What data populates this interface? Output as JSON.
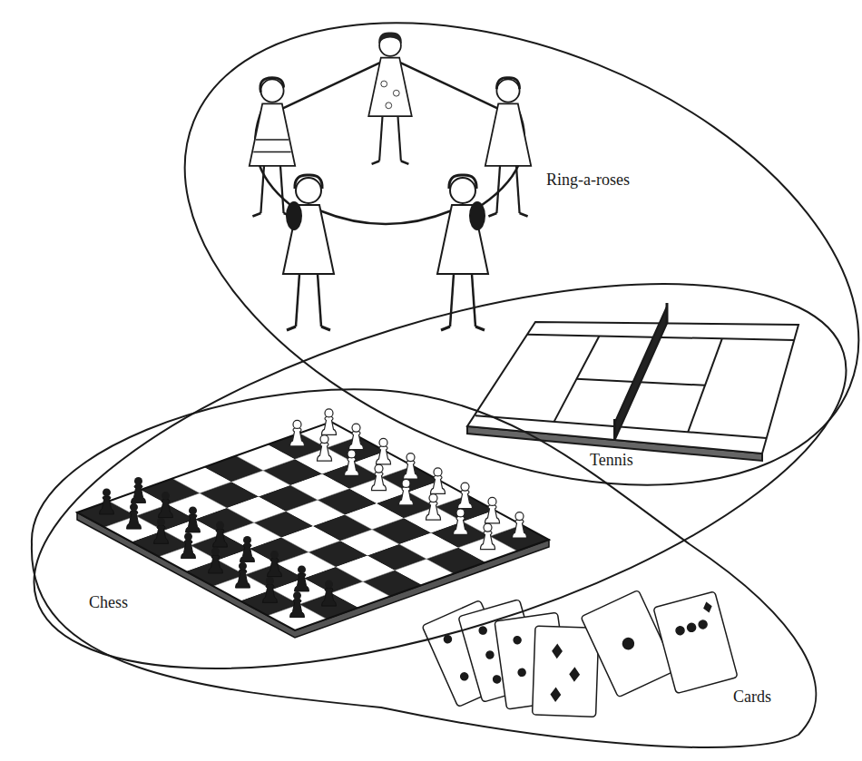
{
  "diagram": {
    "labels": [
      "Ring-a-roses",
      "Tennis",
      "Chess",
      "Cards"
    ]
  }
}
